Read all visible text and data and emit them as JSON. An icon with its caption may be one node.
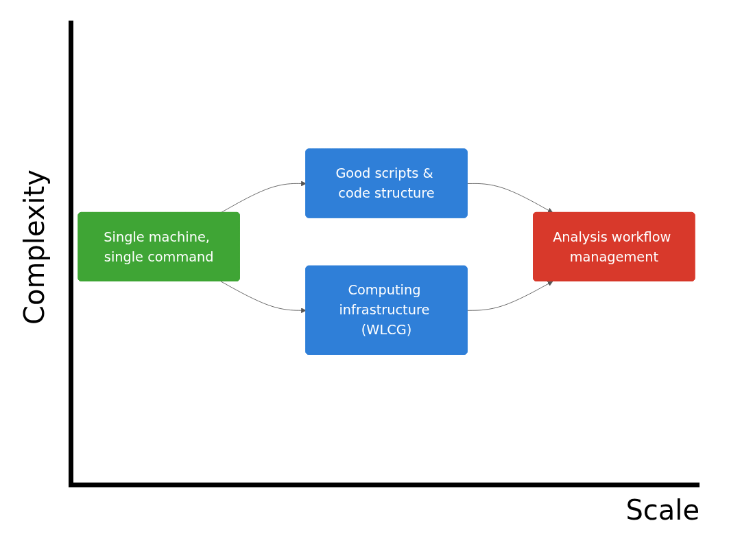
{
  "diagram": {
    "nodes": [
      {
        "text": [
          "Good scripts & code structure"
        ]
      },
      {
        "text": [
          "Analysis workflow management"
        ]
      },
      {
        "text": [
          "Single machine, single command"
        ]
      },
      {
        "text": [
          "Computing infrastructure (WLCG)"
        ]
      }
    ],
    "edges": [
      {
        "from": 0,
        "to": 1,
        "arrow": "to"
      },
      {
        "from": 2,
        "to": 0,
        "arrow": "to"
      },
      {
        "from": 2,
        "to": 3,
        "arrow": "to"
      },
      {
        "from": 3,
        "to": 1,
        "arrow": "to"
      }
    ],
    "labels": [
      "Complexity",
      "Scale"
    ]
  }
}
